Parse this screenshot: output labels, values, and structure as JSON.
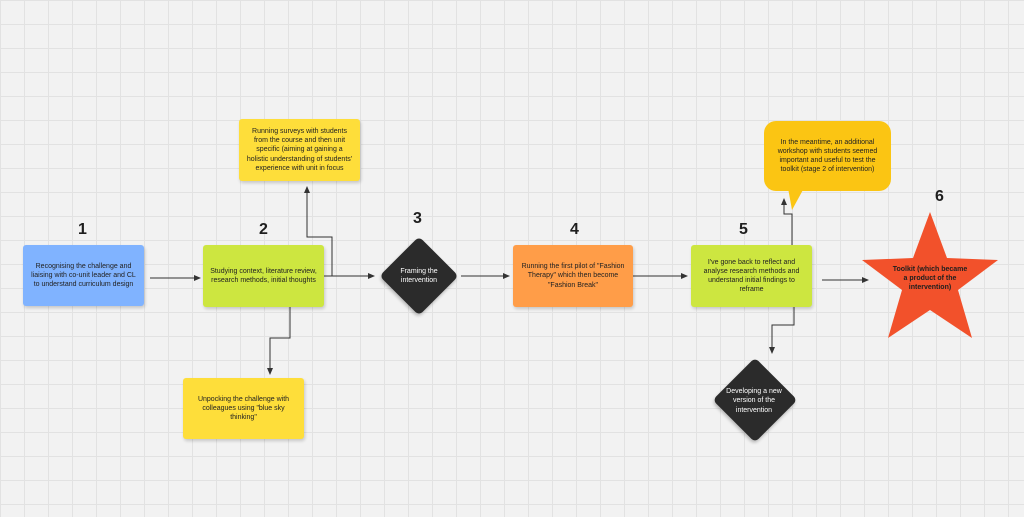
{
  "steps": [
    "1",
    "2",
    "3",
    "4",
    "5",
    "6"
  ],
  "nodes": {
    "recognising": "Recognising the challenge and liaising with co-unit leader and CL to understand curriculum design",
    "studying": "Studying context, literature review, research methods, initial thoughts",
    "surveys": "Running surveys with students from the course and then unit specific (aiming at gaining a holistic understanding of students' experience with unit in focus",
    "unpacking": "Unpocking the challenge with colleagues using \"blue sky thinking\"",
    "framing": "Framing the intervention",
    "pilot": "Running the first pilot of \"Fashion Therapy\" which then become \"Fashion Break\"",
    "reflect": "I've gone back to reflect and analyse research methods and understand initial findings to reframe",
    "workshop": "In the meantime, an additional workshop with students seemed important and useful to test the toolkit (stage 2 of intervention)",
    "developing": "Developing a new version of the intervention",
    "toolkit": "Toolkit (which became a product of the intervention)"
  },
  "colors": {
    "blue": "#80b3ff",
    "lime": "#cde640",
    "yellow": "#fede3a",
    "orange": "#ff9d48",
    "gold": "#fbc513",
    "dark": "#2b2b2b",
    "red": "#f2512b",
    "connector": "#333333"
  }
}
